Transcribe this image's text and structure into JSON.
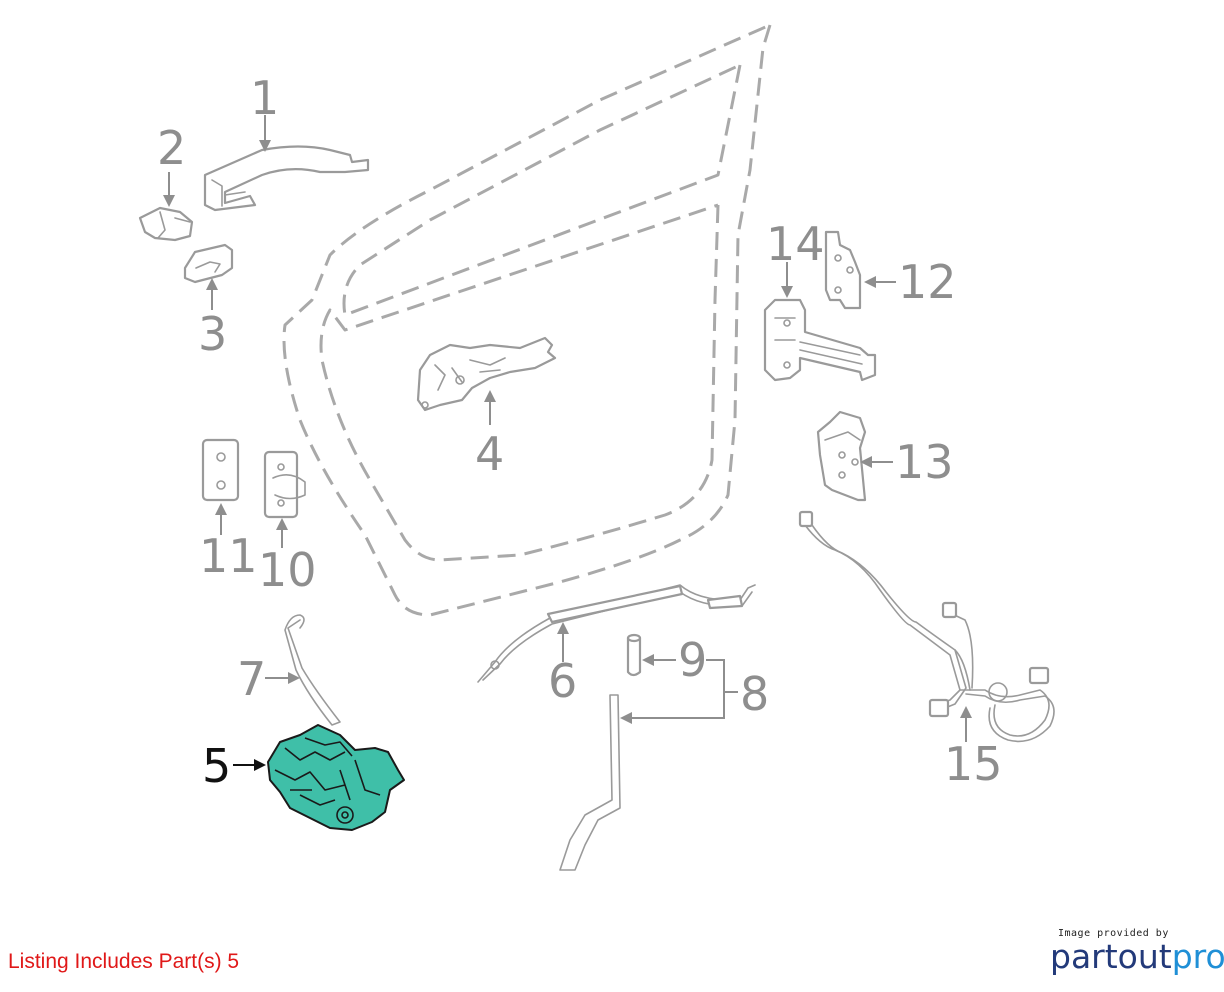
{
  "callouts": [
    "1",
    "2",
    "3",
    "4",
    "5",
    "6",
    "7",
    "8",
    "9",
    "10",
    "11",
    "12",
    "13",
    "14",
    "15"
  ],
  "highlighted_part": "5",
  "listing_note": "Listing Includes Part(s) 5",
  "brand": {
    "caption": "Image provided by",
    "name_part1": "partout",
    "name_part2": "pro"
  },
  "colors": {
    "highlight_fill": "#3fbfa8",
    "note_text": "#e01818",
    "callout_text": "#8e8e8e"
  }
}
